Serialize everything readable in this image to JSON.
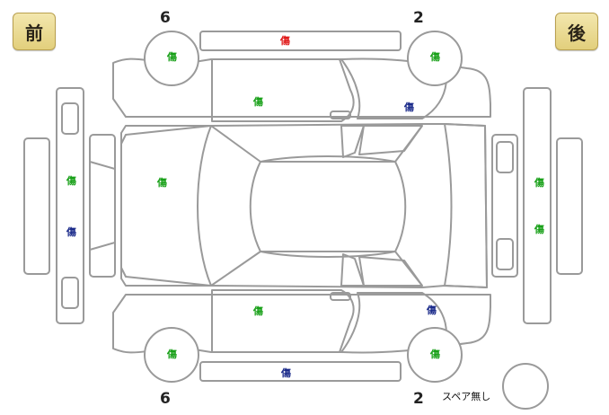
{
  "labels": {
    "front": "前",
    "rear": "後"
  },
  "tire_codes": {
    "front_top": "6",
    "rear_top": "2",
    "front_bottom": "6",
    "rear_bottom": "2"
  },
  "spare": "スペア無し",
  "colors": {
    "green": "#18a018",
    "red": "#e01a1a",
    "navy": "#1a2a8a",
    "outline": "#9a9a9a",
    "badge": "#e8d88c"
  },
  "marks": {
    "roof_top": "傷",
    "front_top_tire": "傷",
    "rear_top_tire": "傷",
    "front_left_door": "傷",
    "rear_left_door": "傷",
    "front_bumper_top": "傷",
    "front_bumper_bottom": "傷",
    "hood": "傷",
    "rear_bumper_top": "傷",
    "rear_bumper_bottom": "傷",
    "front_right_door": "傷",
    "rear_right_door": "傷",
    "front_bottom_tire": "傷",
    "rear_bottom_tire": "傷",
    "rocker_bottom": "傷"
  }
}
